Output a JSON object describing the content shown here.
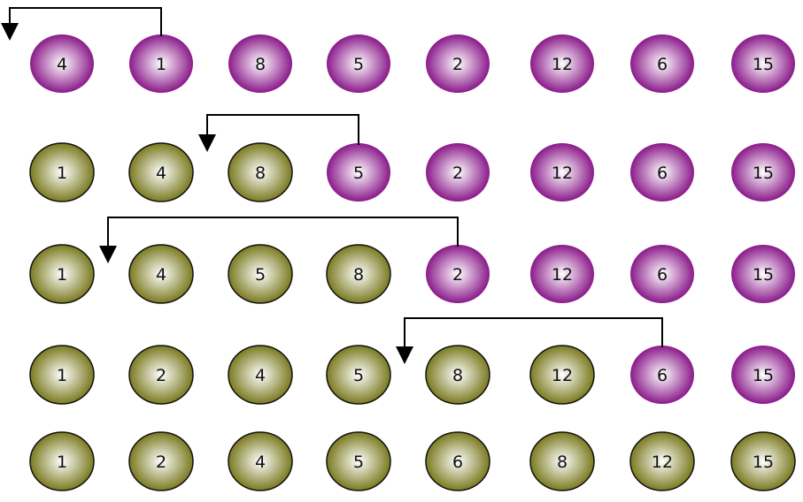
{
  "colors": {
    "unsorted_center": "#ffffff",
    "unsorted_edge": "#8a1a8a",
    "sorted_center": "#ffffff",
    "sorted_edge": "#7a7a20",
    "outline": "#111111",
    "arrow": "#000000"
  },
  "rows": [
    {
      "balls": [
        {
          "value": "4",
          "state": "unsorted"
        },
        {
          "value": "1",
          "state": "unsorted"
        },
        {
          "value": "8",
          "state": "unsorted"
        },
        {
          "value": "5",
          "state": "unsorted"
        },
        {
          "value": "2",
          "state": "unsorted"
        },
        {
          "value": "12",
          "state": "unsorted"
        },
        {
          "value": "6",
          "state": "unsorted"
        },
        {
          "value": "15",
          "state": "unsorted"
        }
      ],
      "arrow": {
        "from_index": 1,
        "to_gap": 0
      }
    },
    {
      "balls": [
        {
          "value": "1",
          "state": "sorted"
        },
        {
          "value": "4",
          "state": "sorted"
        },
        {
          "value": "8",
          "state": "sorted"
        },
        {
          "value": "5",
          "state": "unsorted"
        },
        {
          "value": "2",
          "state": "unsorted"
        },
        {
          "value": "12",
          "state": "unsorted"
        },
        {
          "value": "6",
          "state": "unsorted"
        },
        {
          "value": "15",
          "state": "unsorted"
        }
      ],
      "arrow": {
        "from_index": 3,
        "to_gap": 2
      }
    },
    {
      "balls": [
        {
          "value": "1",
          "state": "sorted"
        },
        {
          "value": "4",
          "state": "sorted"
        },
        {
          "value": "5",
          "state": "sorted"
        },
        {
          "value": "8",
          "state": "sorted"
        },
        {
          "value": "2",
          "state": "unsorted"
        },
        {
          "value": "12",
          "state": "unsorted"
        },
        {
          "value": "6",
          "state": "unsorted"
        },
        {
          "value": "15",
          "state": "unsorted"
        }
      ],
      "arrow": {
        "from_index": 4,
        "to_gap": 1
      }
    },
    {
      "balls": [
        {
          "value": "1",
          "state": "sorted"
        },
        {
          "value": "2",
          "state": "sorted"
        },
        {
          "value": "4",
          "state": "sorted"
        },
        {
          "value": "5",
          "state": "sorted"
        },
        {
          "value": "8",
          "state": "sorted"
        },
        {
          "value": "12",
          "state": "sorted"
        },
        {
          "value": "6",
          "state": "unsorted"
        },
        {
          "value": "15",
          "state": "unsorted"
        }
      ],
      "arrow": {
        "from_index": 6,
        "to_gap": 4
      }
    },
    {
      "balls": [
        {
          "value": "1",
          "state": "sorted"
        },
        {
          "value": "2",
          "state": "sorted"
        },
        {
          "value": "4",
          "state": "sorted"
        },
        {
          "value": "5",
          "state": "sorted"
        },
        {
          "value": "6",
          "state": "sorted"
        },
        {
          "value": "8",
          "state": "sorted"
        },
        {
          "value": "12",
          "state": "sorted"
        },
        {
          "value": "15",
          "state": "sorted"
        }
      ],
      "arrow": null
    }
  ]
}
